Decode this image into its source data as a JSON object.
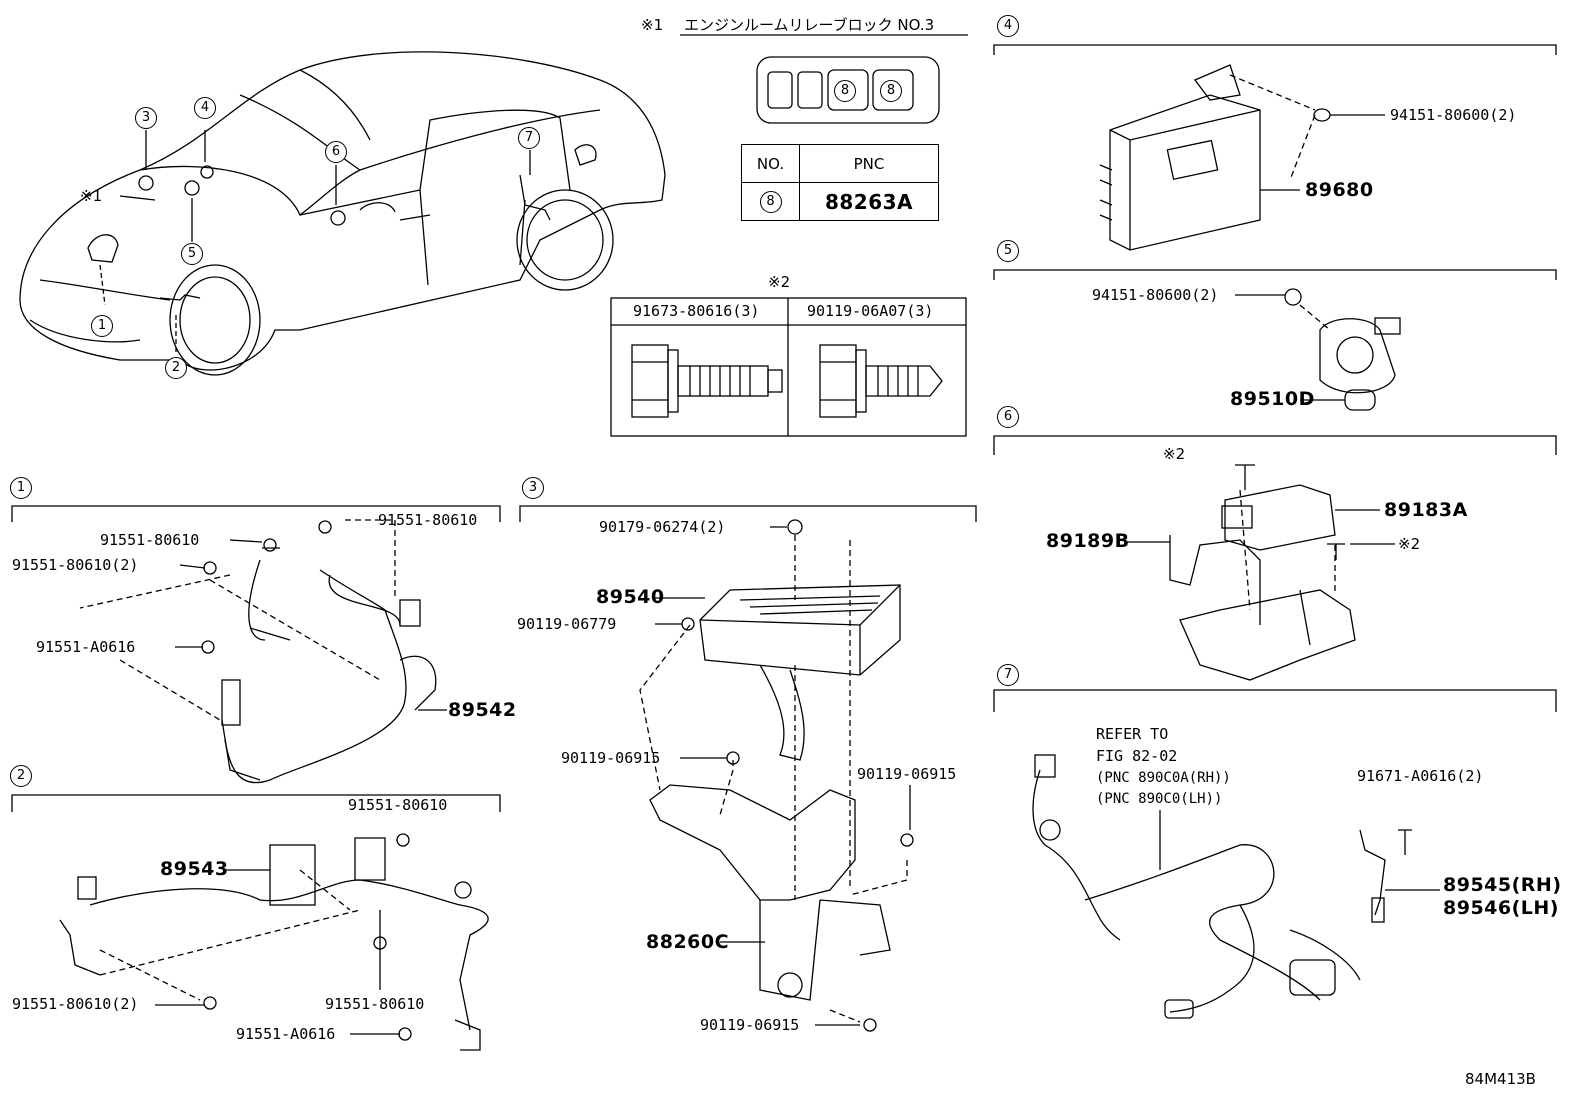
{
  "note1": {
    "mark": "※1",
    "title": "エンジンルームリレーブロック NO.3"
  },
  "relay_table": {
    "col_no": "NO.",
    "col_pnc": "PNC",
    "row_no": "8",
    "row_pnc": "88263A",
    "slot_a": "8",
    "slot_b": "8"
  },
  "note2": {
    "mark": "※2",
    "bolt_a": "91673-80616(3)",
    "bolt_b": "90119-06A07(3)"
  },
  "car_callouts": [
    "1",
    "2",
    "3",
    "4",
    "5",
    "6",
    "7"
  ],
  "car_note": "※1",
  "section1": {
    "num": "1",
    "labels": [
      "91551-80610",
      "91551-80610",
      "91551-80610(2)",
      "91551-A0616",
      "89542"
    ]
  },
  "section2": {
    "num": "2",
    "labels": [
      "91551-80610",
      "89543",
      "91551-80610(2)",
      "91551-80610",
      "91551-A0616"
    ]
  },
  "section3": {
    "num": "3",
    "labels": [
      "90179-06274(2)",
      "89540",
      "90119-06779",
      "90119-06915",
      "90119-06915",
      "88260C",
      "90119-06915"
    ]
  },
  "section4": {
    "num": "4",
    "labels": [
      "94151-80600(2)",
      "89680"
    ]
  },
  "section5": {
    "num": "5",
    "labels": [
      "94151-80600(2)",
      "89510D"
    ]
  },
  "section6": {
    "num": "6",
    "labels": [
      "※2",
      "89183A",
      "89189B",
      "※2"
    ]
  },
  "section7": {
    "num": "7",
    "refer": [
      "REFER TO",
      "FIG 82-02",
      "(PNC 890C0A(RH))",
      "(PNC 890C0(LH))"
    ],
    "labels": [
      "91671-A0616(2)",
      "89545(RH)",
      "89546(LH)"
    ]
  },
  "figure_code": "84M413B"
}
